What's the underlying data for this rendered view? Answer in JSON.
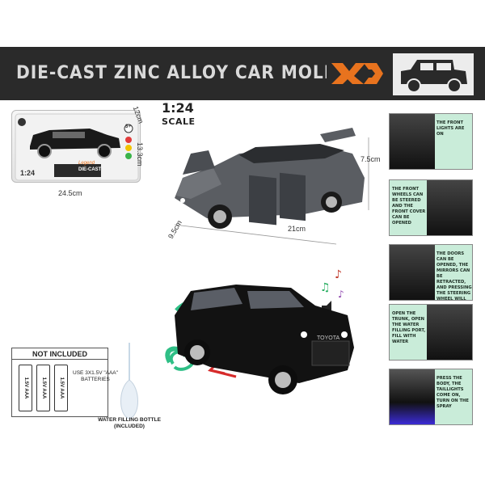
{
  "header": {
    "title": "DIE-CAST ZINC ALLOY CAR MOLD",
    "logo_text": "XD"
  },
  "box_photo": {
    "scale_label": "1:24",
    "brand_line1": "Legend",
    "brand_line2": "DIE-CAST",
    "age_badge": "3+",
    "dim_width": "24.5cm",
    "dim_height": "13.3cm",
    "dim_depth": "12cm"
  },
  "scale": {
    "value": "1:24",
    "label": "SCALE"
  },
  "main_car_dims": {
    "length": "21cm",
    "height": "7.5cm",
    "width": "9.5cm"
  },
  "black_car": {
    "brand_text": "TOYOTA"
  },
  "features": [
    {
      "text": "THE FRONT LIGHTS ARE ON"
    },
    {
      "text": "THE FRONT WHEELS CAN BE STEERED AND THE FRONT COVER CAN BE OPENED"
    },
    {
      "text": "THE DOORS CAN BE OPENED, THE MIRRORS CAN BE RETRACTED, AND PRESSING THE STEERING WHEEL WILL MAKE A SOUND"
    },
    {
      "text": "OPEN THE TRUNK, OPEN THE WATER FILLING PORT, FILL WITH WATER"
    },
    {
      "text": "PRESS THE BODY, THE TAILLIGHTS COME ON, TURN ON THE SPRAY"
    }
  ],
  "batteries": {
    "title": "NOT INCLUDED",
    "cell_label": "1.5V AAA",
    "use_text": "USE 3X1.5V \"AAA\" BATTERIES"
  },
  "bottle": {
    "label": "WATER FILLING BOTTLE (INCLUDED)"
  },
  "colors": {
    "banner": "#2a2a2a",
    "logo_orange": "#e8731e",
    "panel_green": "#c9ecd9",
    "spray_green": "#2fbf86",
    "arrow_red": "#d62a2a"
  }
}
